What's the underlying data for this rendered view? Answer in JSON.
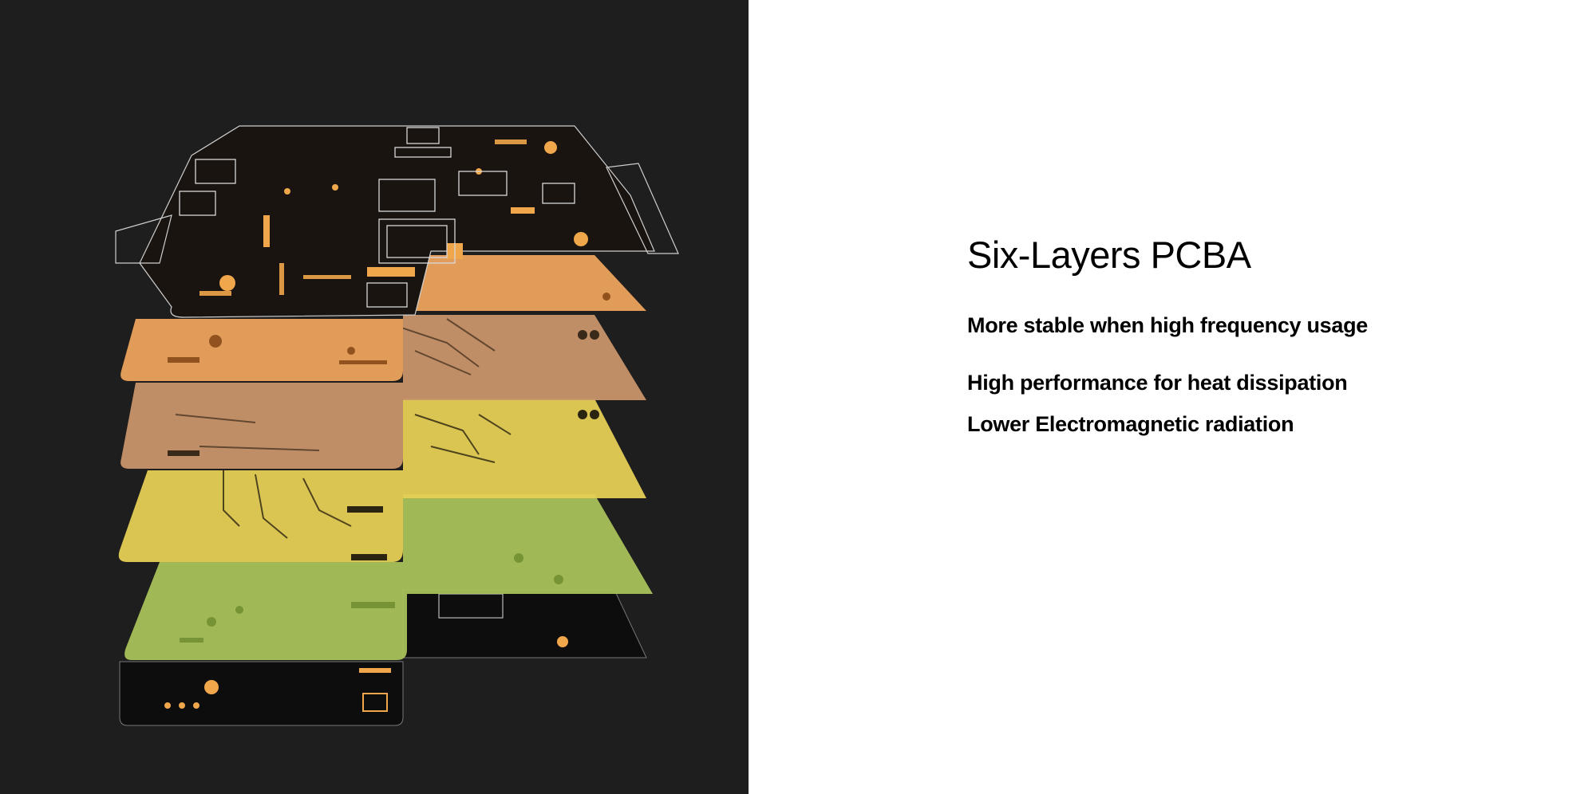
{
  "heading": {
    "title": "Six-Layers PCBA"
  },
  "features": [
    "More stable when high frequency  usage",
    "High performance for heat dissipation",
    "Lower Electromagnetic radiation"
  ],
  "colors": {
    "panel_bg": "#1e1e1e",
    "layer_top": "#1a1410",
    "layer_orange": "#e8a05c",
    "layer_tan": "#c9956a",
    "layer_yellow": "#e6cf55",
    "layer_green": "#a8c25a",
    "layer_bottom": "#0d0d0d",
    "copper": "#f0a64a"
  }
}
